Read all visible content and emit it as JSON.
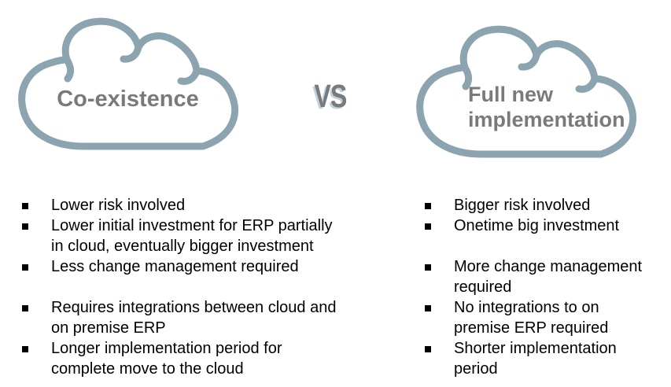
{
  "clouds": {
    "outline_color": "#8CA3B0",
    "label_color": "#7a7a7a",
    "left": {
      "label": "Co-existence"
    },
    "right": {
      "label": "Full new implementation"
    }
  },
  "vs": {
    "label": "VS"
  },
  "lists": {
    "text_color": "#000000",
    "bullet_color": "#000000",
    "left": {
      "items": [
        {
          "text": "Lower risk involved"
        },
        {
          "text": "Lower initial investment for ERP partially in cloud, eventually bigger investment"
        },
        {
          "text": "Less change management required"
        },
        {
          "text": "Requires integrations between cloud and on premise ERP"
        },
        {
          "text": "Longer implementation period for complete move to the cloud"
        }
      ]
    },
    "right": {
      "items": [
        {
          "text": "Bigger risk involved"
        },
        {
          "text": "Onetime big investment"
        },
        {
          "text": "More change management required"
        },
        {
          "text": "No integrations to on premise ERP required"
        },
        {
          "text": "Shorter implementation period"
        }
      ]
    }
  }
}
